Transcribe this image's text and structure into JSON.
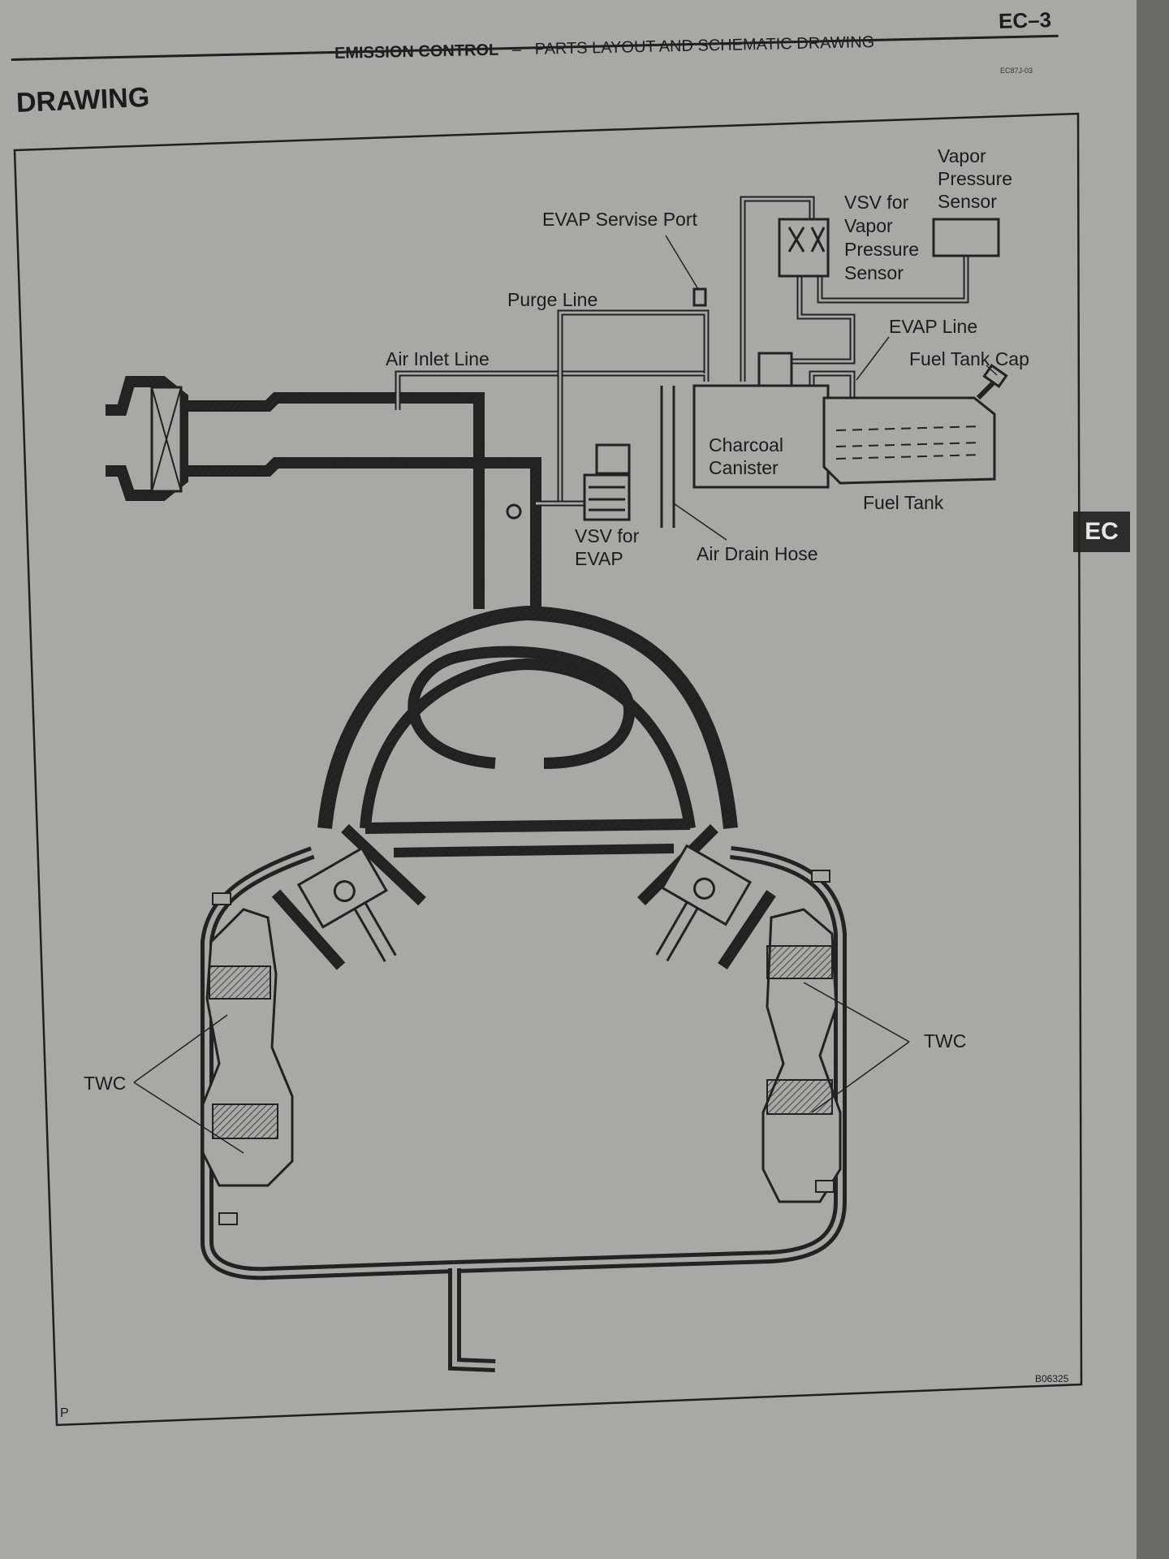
{
  "header": {
    "page_id": "EC–3",
    "section": "EMISSION CONTROL",
    "separator": "–",
    "subsection": "PARTS LAYOUT AND SCHEMATIC DRAWING",
    "doc_code": "EC87J-03"
  },
  "heading": "DRAWING",
  "side_tab": "EC",
  "diagram": {
    "labels": {
      "vapor_pressure_sensor": [
        "Vapor",
        "Pressure",
        "Sensor"
      ],
      "vsv_vapor_pressure_sensor": [
        "VSV for",
        "Vapor",
        "Pressure",
        "Sensor"
      ],
      "evap_service_port": "EVAP Servise Port",
      "purge_line": "Purge Line",
      "evap_line": "EVAP Line",
      "fuel_tank_cap": "Fuel Tank Cap",
      "air_inlet_line": "Air Inlet Line",
      "charcoal_canister": [
        "Charcoal",
        "Canister"
      ],
      "fuel_tank": "Fuel Tank",
      "vsv_for_evap": [
        "VSV for",
        "EVAP"
      ],
      "air_drain_hose": "Air Drain Hose",
      "twc_left": "TWC",
      "twc_right": "TWC"
    },
    "figure_code": "B06325"
  },
  "page_letter": "P"
}
